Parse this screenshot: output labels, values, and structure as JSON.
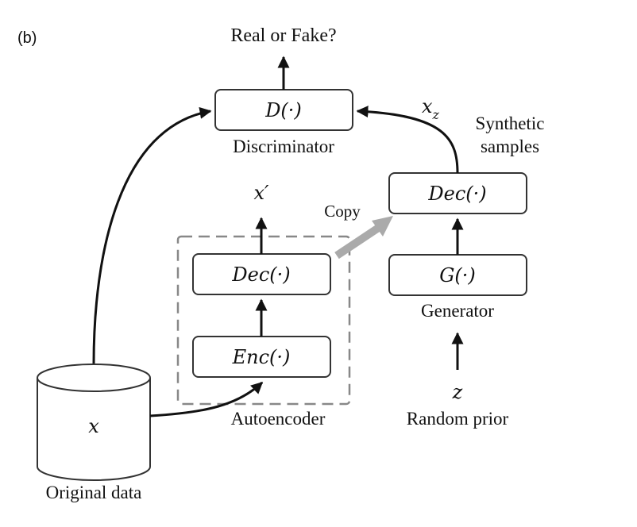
{
  "panel_label": "(b)",
  "title": "Real or Fake?",
  "discriminator": {
    "func": "D(·)",
    "label": "Discriminator"
  },
  "autoencoder": {
    "output": "x′",
    "decoder": "Dec(·)",
    "encoder": "Enc(·)",
    "label": "Autoencoder"
  },
  "generator_side": {
    "synthetic_var": "x",
    "synthetic_sub": "z",
    "synthetic_label_line1": "Synthetic",
    "synthetic_label_line2": "samples",
    "decoder": "Dec(·)",
    "generator": "G(·)",
    "generator_label": "Generator",
    "prior_var": "z",
    "prior_label": "Random prior"
  },
  "copy_label": "Copy",
  "data_store": {
    "var": "x",
    "label": "Original data"
  },
  "colors": {
    "stroke": "#333333",
    "copy_arrow": "#aaaaaa",
    "text": "#111111"
  }
}
